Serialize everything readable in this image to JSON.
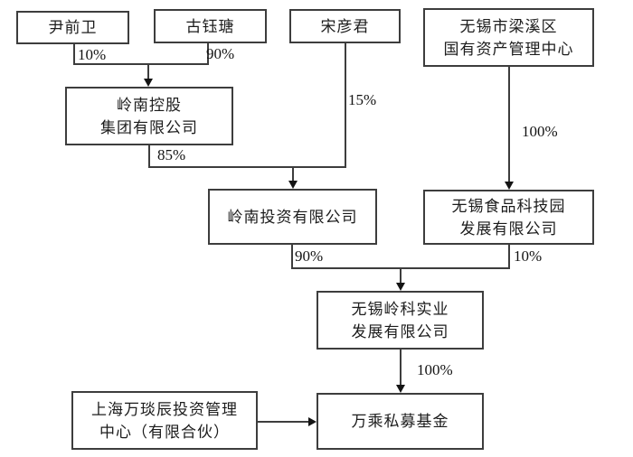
{
  "nodes": {
    "yin_qianwei": {
      "line1": "尹前卫"
    },
    "gu_yutang": {
      "line1": "古钰瑭"
    },
    "song_yanjun": {
      "line1": "宋彦君"
    },
    "liangxi_center": {
      "line1": "无锡市梁溪区",
      "line2": "国有资产管理中心"
    },
    "lingnan_holdings": {
      "line1": "岭南控股",
      "line2": "集团有限公司"
    },
    "lingnan_investment": {
      "line1": "岭南投资有限公司"
    },
    "wuxi_food_park": {
      "line1": "无锡食品科技园",
      "line2": "发展有限公司"
    },
    "wuxi_lingke": {
      "line1": "无锡岭科实业",
      "line2": "发展有限公司"
    },
    "shanghai_wanyanchen": {
      "line1": "上海万琰辰投资管理",
      "line2": "中心（有限合伙）"
    },
    "wancheng_fund": {
      "line1": "万乘私募基金"
    }
  },
  "edges": {
    "yin_to_holdings": {
      "label": "10%"
    },
    "gu_to_holdings": {
      "label": "90%"
    },
    "holdings_to_investment": {
      "label": "85%"
    },
    "song_to_investment": {
      "label": "15%"
    },
    "center_to_food_park": {
      "label": "100%"
    },
    "investment_to_lingke": {
      "label": "90%"
    },
    "food_park_to_lingke": {
      "label": "10%"
    },
    "lingke_to_fund": {
      "label": "100%"
    }
  },
  "colors": {
    "line": "#3d3d3d",
    "text": "#1c1c1c",
    "background": "#ffffff"
  }
}
